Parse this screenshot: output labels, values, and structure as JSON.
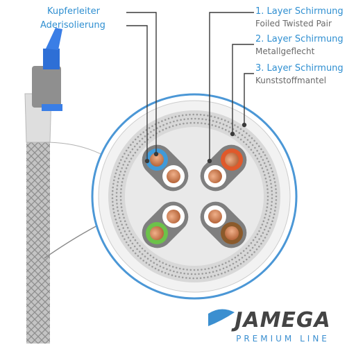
{
  "labels": {
    "left_1": "Kupferleiter",
    "left_2": "Aderisolierung",
    "right_1_title": "1. Layer Schirmung",
    "right_1_sub": "Foiled Twisted Pair",
    "right_2_title": "2. Layer Schirmung",
    "right_2_sub": "Metallgeflecht",
    "right_3_title": "3. Layer Schirmung",
    "right_3_sub": "Kunststoffmantel"
  },
  "brand": {
    "name": "JAMEGA",
    "line": "PREMIUM LINE"
  },
  "colors": {
    "accent_blue": "#2f8fd1",
    "jacket": "#ededed",
    "shield": "#d8d8d8",
    "pair_bg": "#7f7f7f",
    "copper": "#c98257",
    "orange": "#e0592b",
    "green": "#6cc24a",
    "brown": "#8b5a2b"
  },
  "icons": [
    "cable-plug-icon",
    "cable-cross-section-icon",
    "jamega-logo-icon"
  ]
}
